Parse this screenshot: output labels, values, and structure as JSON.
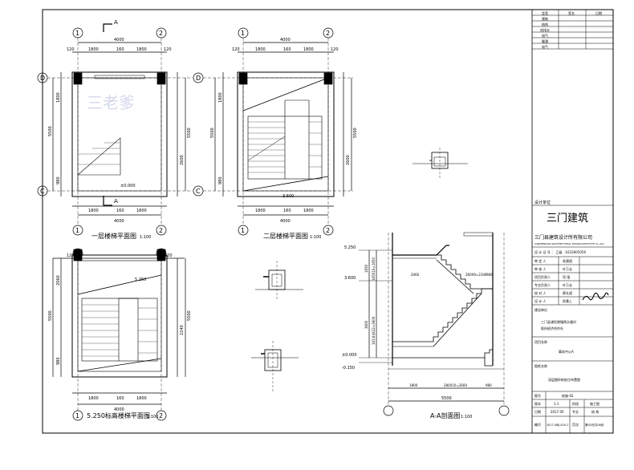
{
  "plans": {
    "plan1": {
      "title": "一层楼梯平面图",
      "scale": "1:100",
      "section_mark": "A",
      "axes": {
        "left": "1",
        "right": "2",
        "top": "D",
        "bottom": "C"
      },
      "dims": {
        "total_w": "4000",
        "seg_a": "1800",
        "seg_b": "160",
        "seg_c": "1800",
        "edge": "120",
        "total_h": "5500",
        "run": "2600",
        "land_top": "1800",
        "land_bot": "980"
      },
      "level": "±0.000",
      "watermark": "三老爹"
    },
    "plan2": {
      "title": "二层楼梯平面图",
      "scale": "1:100",
      "axes": {
        "left": "1",
        "right": "2",
        "top": "D",
        "bottom": "C"
      },
      "dims": {
        "total_w": "4000",
        "seg_a": "1800",
        "seg_b": "160",
        "seg_c": "1800",
        "edge": "120",
        "total_h": "5500",
        "run": "2600",
        "land_top": "1800",
        "land_bot": "980"
      },
      "level": "3.600"
    },
    "plan3": {
      "title": "5.250标高楼梯平面图",
      "scale": "1:100",
      "axes": {
        "left": "1",
        "right": "2"
      },
      "dims": {
        "total_w": "4000",
        "seg_a": "1800",
        "seg_b": "160",
        "seg_c": "1800",
        "edge": "120",
        "total_h": "5500",
        "run": "2240",
        "land_top": "2060",
        "land_bot": "980"
      },
      "level": "5.250"
    }
  },
  "section": {
    "title": "A-A剖面图",
    "scale": "1:100",
    "levels": {
      "top": "5.250",
      "mid": "3.600",
      "zero": "±0.000",
      "neg": "-0.150"
    },
    "dims": {
      "total": "5500",
      "land_left": "2060",
      "run_top": "260X9=2340",
      "land_right": "980",
      "run_bot": "280X10=2600",
      "seg_left": "1800",
      "seg_top": "1650",
      "seg_mid": "3600",
      "h1": "165X10=1650",
      "h2": "163.64X22=3600"
    }
  },
  "title_block": {
    "rev_header": {
      "c1": "会签",
      "c2": "签名",
      "c3": "日期"
    },
    "rev_rows": [
      "建筑",
      "结构",
      "给排水",
      "电气",
      "暖通",
      "电气"
    ],
    "design_unit_label": "设计单位",
    "firm_logo": "三门建筑",
    "firm_name": "三门县建筑设计所有限公司",
    "firm_name_en": "SANMENXIAN ARCHITECTURAL DESIGN INSTITUTE Co.,Ltd",
    "cert": "设 计 证 号 ： 乙级　A233005056",
    "people": [
      {
        "role": "审 定 人",
        "name": "毛建斌"
      },
      {
        "role": "审 核 人",
        "name": "叶万长"
      },
      {
        "role": "项目负责人",
        "name": "项 强"
      },
      {
        "role": "专业负责人",
        "name": "叶万长"
      },
      {
        "role": "校 对 人",
        "name": "蔡礼斌"
      },
      {
        "role": "设 计 人",
        "name": "俞秉上"
      }
    ],
    "client_label": "建设单位",
    "client_line1": "三门县浦坝港镇两头塘村",
    "client_line2": "股份经济合作社",
    "project_label": "项目名称",
    "project_name": "事务中心A",
    "drawing_label": "图纸名称",
    "drawing_name": "深层搅拌桩桩位布置图",
    "drawing_no_label": "图号",
    "drawing_no": "结施-02",
    "version_label": "版本",
    "version": "1.1",
    "stage_label": "阶段",
    "stage": "施工图",
    "date_label": "日期",
    "date": "2017.05",
    "discipline_label": "专业",
    "discipline": "结 构",
    "code_label": "编号",
    "code": "2017-08JJ-029-1",
    "page_label": "页次",
    "page": "第02页共08页"
  }
}
